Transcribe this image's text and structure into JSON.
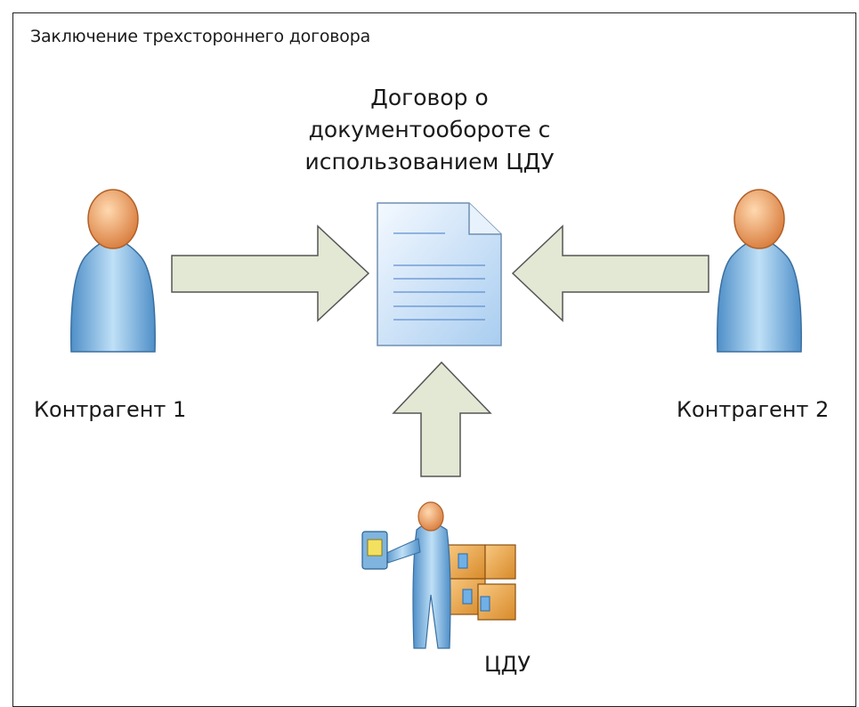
{
  "diagram": {
    "title": "Заключение трехстороннего договора",
    "document_caption": [
      "Договор о",
      "документообороте с",
      "использованием ЦДУ"
    ],
    "counterparty_1": "Контрагент 1",
    "counterparty_2": "Контрагент 2",
    "operator": "ЦДУ"
  },
  "colors": {
    "arrow_fill": "#e3e8d4",
    "arrow_stroke": "#555555",
    "doc_fill": "#cfe3f7",
    "doc_lines": "#5f8fcf",
    "person_body": "#7fb4df",
    "person_head": "#f0a870",
    "box_fill": "#e8a040"
  }
}
